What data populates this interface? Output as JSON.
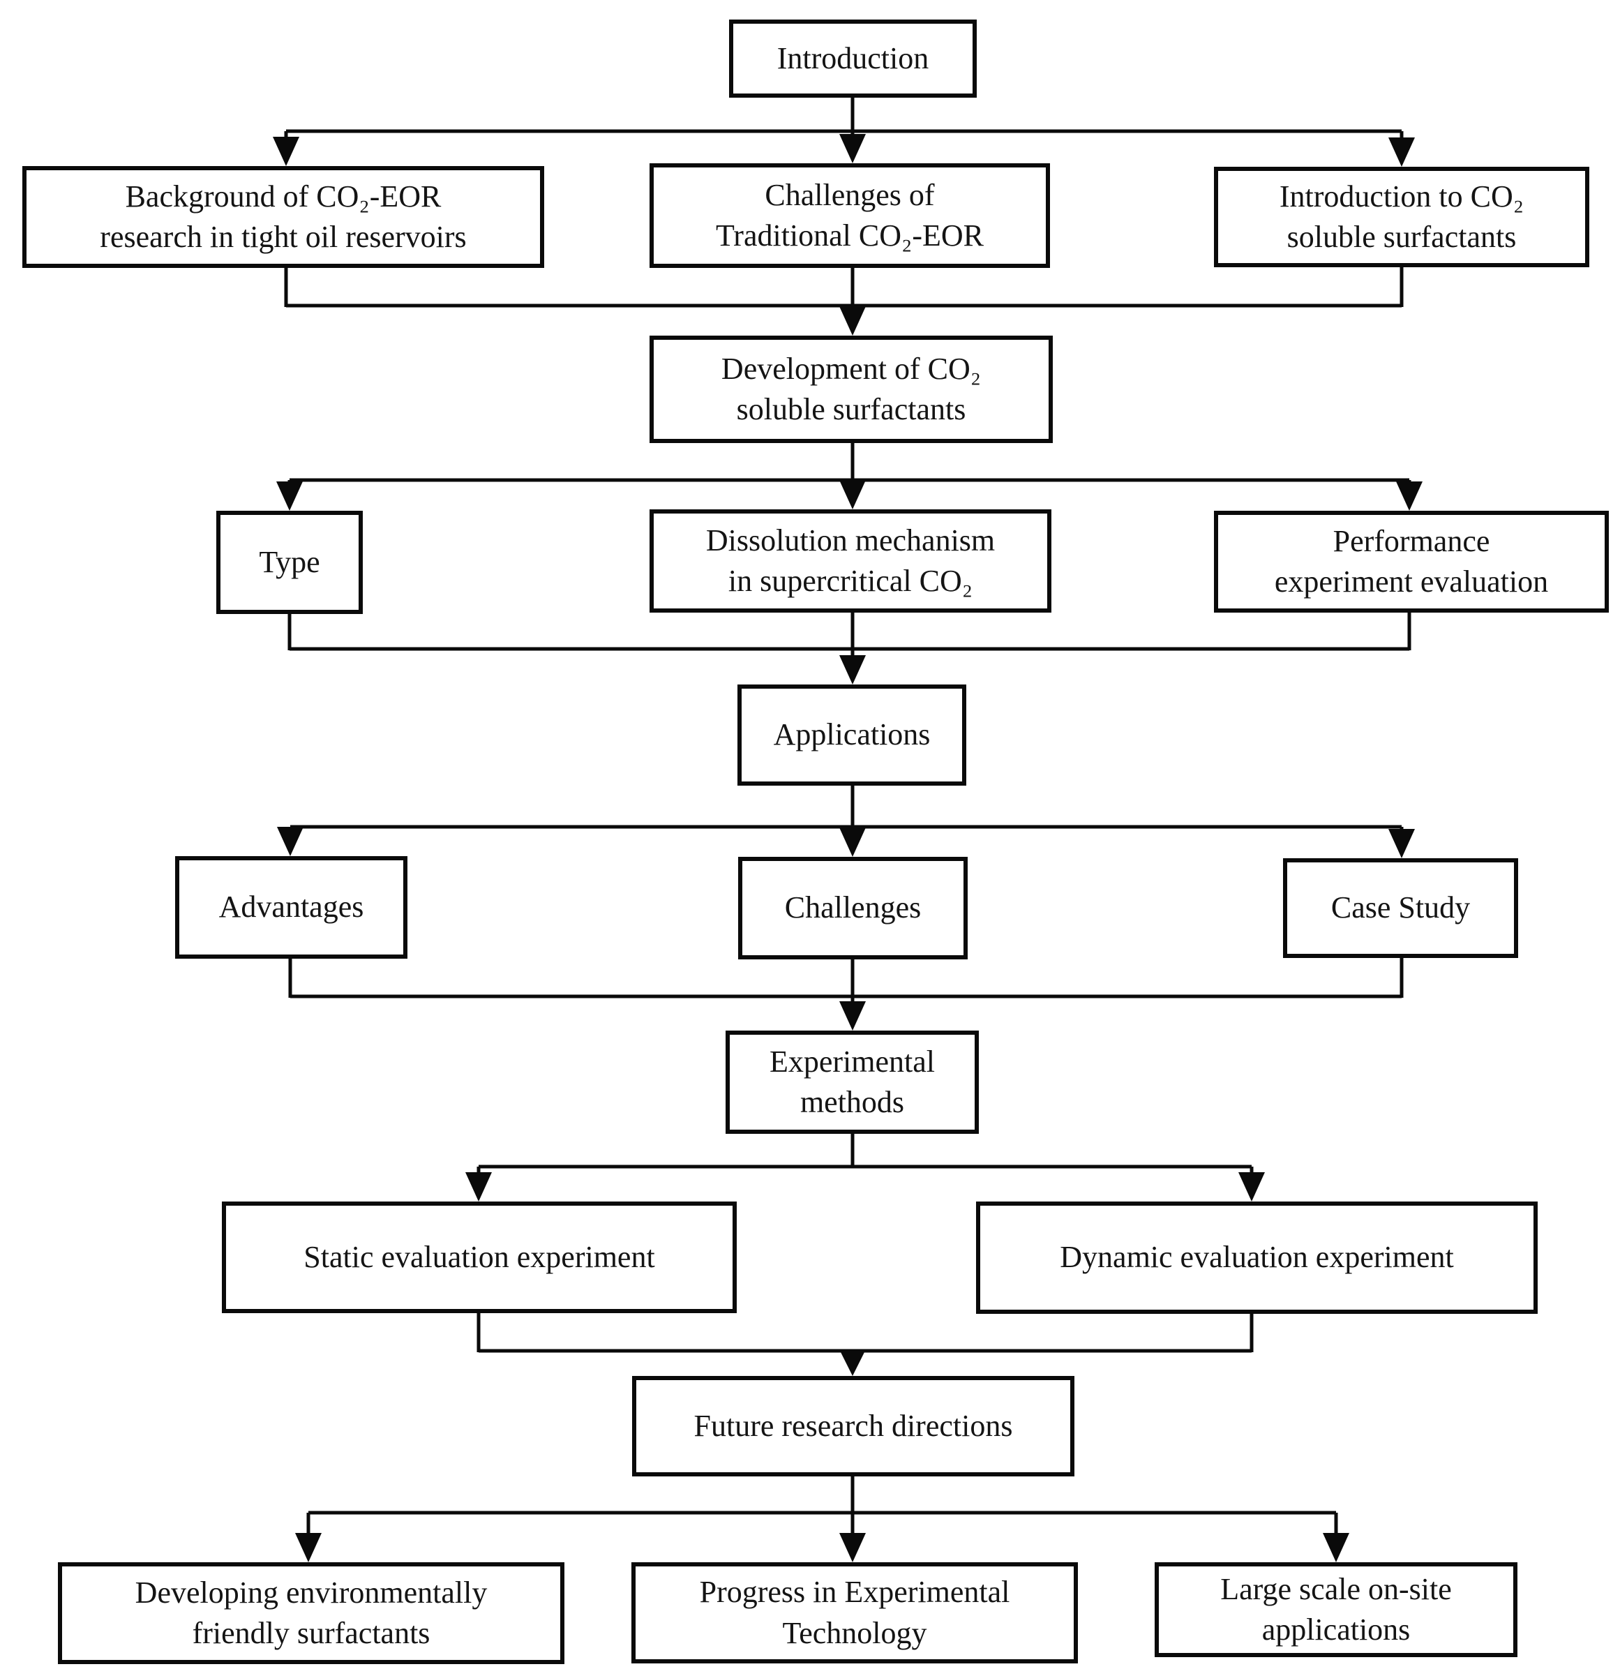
{
  "page": {
    "background": "#ffffff"
  },
  "flowchart": {
    "style": {
      "box_border_color": "#0a0a0a",
      "box_fill": "#ffffff",
      "text_color": "#141414",
      "connector_color": "#0a0a0a"
    },
    "nodes": {
      "introduction": {
        "label": "Introduction"
      },
      "background": {
        "label": "Background of CO₂-EOR\nresearch in tight oil reservoirs"
      },
      "challenges_traditional": {
        "label": "Challenges of\nTraditional CO₂-EOR"
      },
      "introduction_surfactants": {
        "label": "Introduction to CO₂\nsoluble surfactants"
      },
      "development": {
        "label": "Development of CO₂\nsoluble surfactants"
      },
      "type": {
        "label": "Type"
      },
      "dissolution": {
        "label": "Dissolution mechanism\nin supercritical CO₂"
      },
      "performance": {
        "label": "Performance\nexperiment evaluation"
      },
      "applications": {
        "label": "Applications"
      },
      "advantages": {
        "label": "Advantages"
      },
      "challenges": {
        "label": "Challenges"
      },
      "case_study": {
        "label": "Case Study"
      },
      "experimental_methods": {
        "label": "Experimental\nmethods"
      },
      "static_evaluation": {
        "label": "Static evaluation experiment"
      },
      "dynamic_evaluation": {
        "label": "Dynamic evaluation experiment"
      },
      "future_directions": {
        "label": "Future research directions"
      },
      "developing_surfactants": {
        "label": "Developing environmentally\nfriendly surfactants"
      },
      "progress_technology": {
        "label": "Progress in Experimental\nTechnology"
      },
      "large_scale": {
        "label": "Large scale on-site\napplications"
      }
    },
    "edges": [
      "introduction -> background",
      "introduction -> challenges_traditional",
      "introduction -> introduction_surfactants",
      "background -> development",
      "challenges_traditional -> development",
      "introduction_surfactants -> development",
      "development -> type",
      "development -> dissolution",
      "development -> performance",
      "type -> applications",
      "dissolution -> applications",
      "performance -> applications",
      "applications -> advantages",
      "applications -> challenges",
      "applications -> case_study",
      "advantages -> experimental_methods",
      "challenges -> experimental_methods",
      "case_study -> experimental_methods",
      "experimental_methods -> static_evaluation",
      "experimental_methods -> dynamic_evaluation",
      "static_evaluation -> future_directions",
      "dynamic_evaluation -> future_directions",
      "future_directions -> developing_surfactants",
      "future_directions -> progress_technology",
      "future_directions -> large_scale"
    ]
  }
}
